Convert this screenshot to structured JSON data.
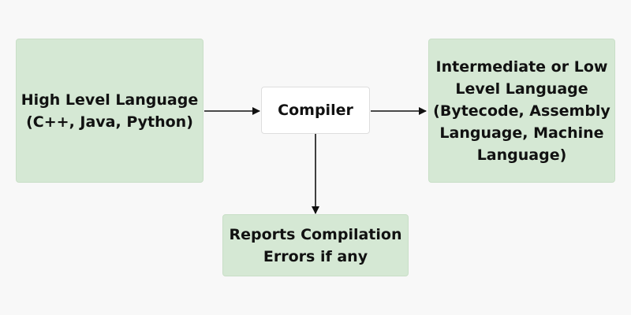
{
  "diagram": {
    "nodes": {
      "source": {
        "lines": [
          "High Level Language",
          "(C++, Java, Python)"
        ]
      },
      "compiler": {
        "lines": [
          "Compiler"
        ]
      },
      "target": {
        "lines": [
          "Intermediate or Low",
          "Level Language",
          "(Bytecode, Assembly",
          "Language, Machine",
          "Language)"
        ]
      },
      "errors": {
        "lines": [
          "Reports Compilation",
          "Errors if any"
        ]
      }
    },
    "colors": {
      "node_fill": "#d5e8d4",
      "compiler_fill": "#ffffff",
      "arrow": "#111111",
      "background": "#f8f8f8"
    }
  }
}
